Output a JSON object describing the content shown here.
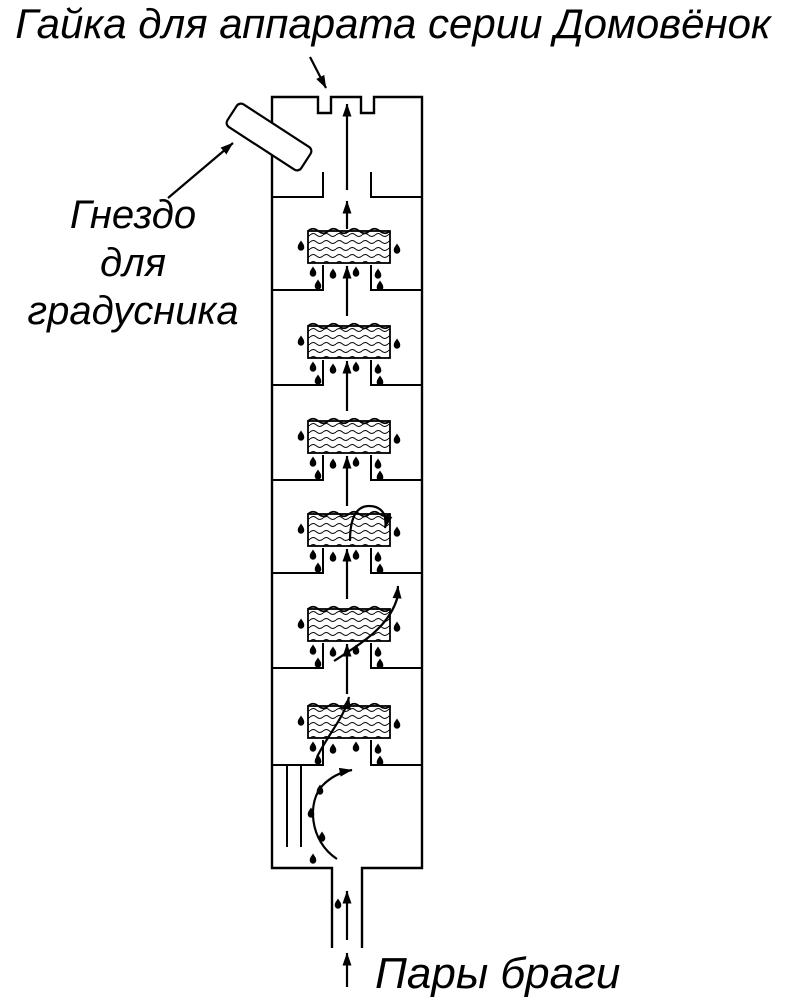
{
  "diagram": {
    "title": "Гайка для аппарата серии Домовёнок",
    "socket_label": {
      "lines": [
        "Гнездо",
        "для",
        "градусника"
      ]
    },
    "bottom_label": "Пары браги",
    "tray_count": 6,
    "colors": {
      "ink": "#000000",
      "background": "#ffffff"
    }
  }
}
